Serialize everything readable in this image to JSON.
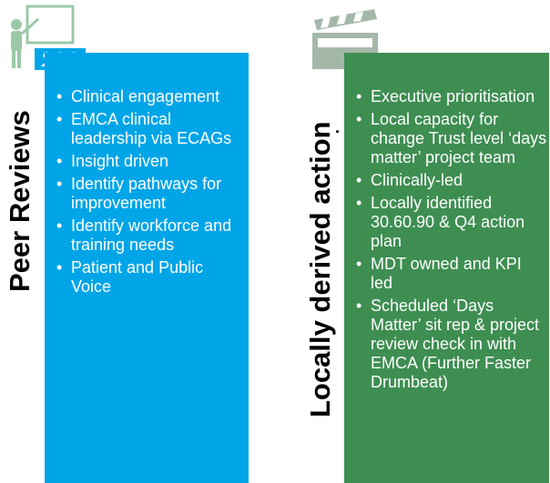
{
  "peer": {
    "title": "Peer Reviews",
    "items": [
      "Clinical engagement",
      "EMCA clinical leadership via ECAGs",
      "Insight driven",
      "Identify pathways for improvement",
      "Identify workforce and training needs",
      "Patient and Public Voice"
    ],
    "icon": "presenter-icon",
    "color": "#00a5e8"
  },
  "local": {
    "title": "Locally derived action",
    "items": [
      "Executive prioritisation",
      "Local capacity for change Trust level ‘days matter’ project team",
      "Clinically-led",
      "Locally identified 30.60.90 & Q4 action plan",
      "MDT owned and KPI led",
      "Scheduled ‘Days Matter’ sit rep & project review check in with EMCA (Further Faster Drumbeat)"
    ],
    "icon": "clapperboard-icon",
    "color": "#3e8e52"
  }
}
